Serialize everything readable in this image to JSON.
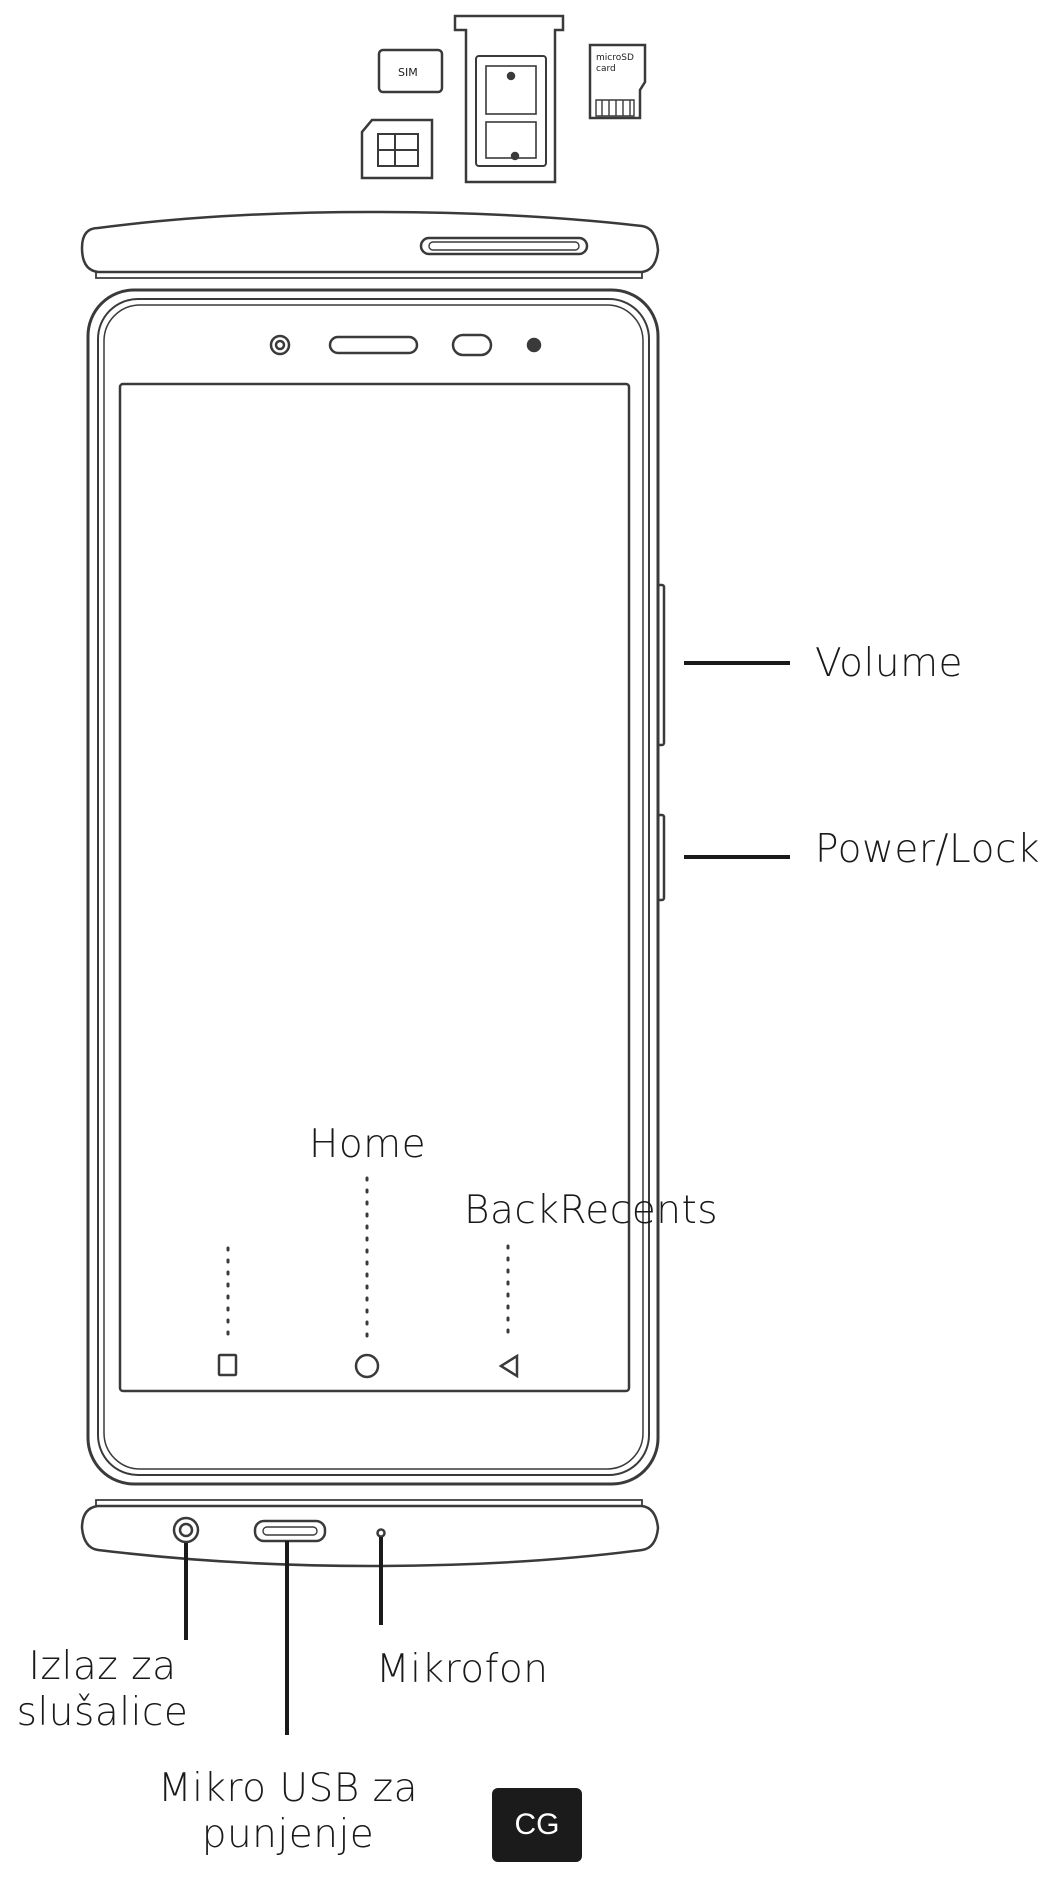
{
  "labels": {
    "volume": "Volume",
    "power_lock": "Power/Lock",
    "home": "Home",
    "back_recents": "BackRecents",
    "headphone_jack": "Izlaz za slušalice",
    "microphone": "Mikrofon",
    "micro_usb": "Mikro USB za punjenje"
  },
  "tray": {
    "nano_sim_label": "SIM",
    "microsd_label_line1": "microSD",
    "microsd_label_line2": "card"
  },
  "badge": "CG",
  "colors": {
    "line": "#3a3a3a",
    "badge_bg": "#1b1b1b",
    "badge_text": "#ffffff"
  },
  "icons": [
    "recents-square-icon",
    "home-circle-icon",
    "back-triangle-icon"
  ]
}
